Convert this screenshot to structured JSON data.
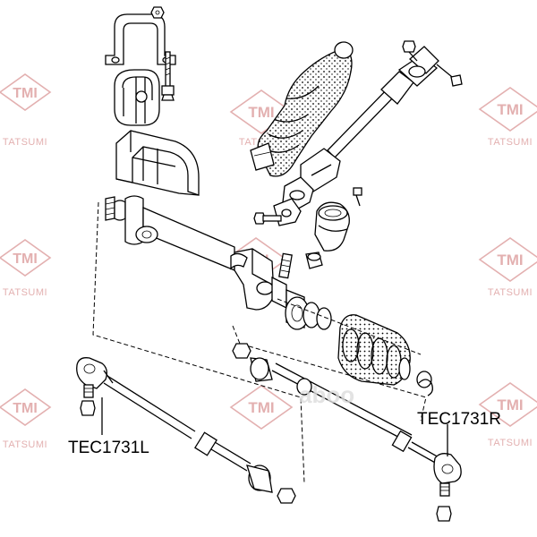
{
  "watermark": {
    "brand": "TMI",
    "company": "TATSUMI",
    "color": "#e3b0b0"
  },
  "labels": {
    "left_part": "TEC1731L",
    "right_part": "TEC1731R"
  },
  "overlay_logo": {
    "text": "aboo",
    "color": "#dddddd"
  }
}
